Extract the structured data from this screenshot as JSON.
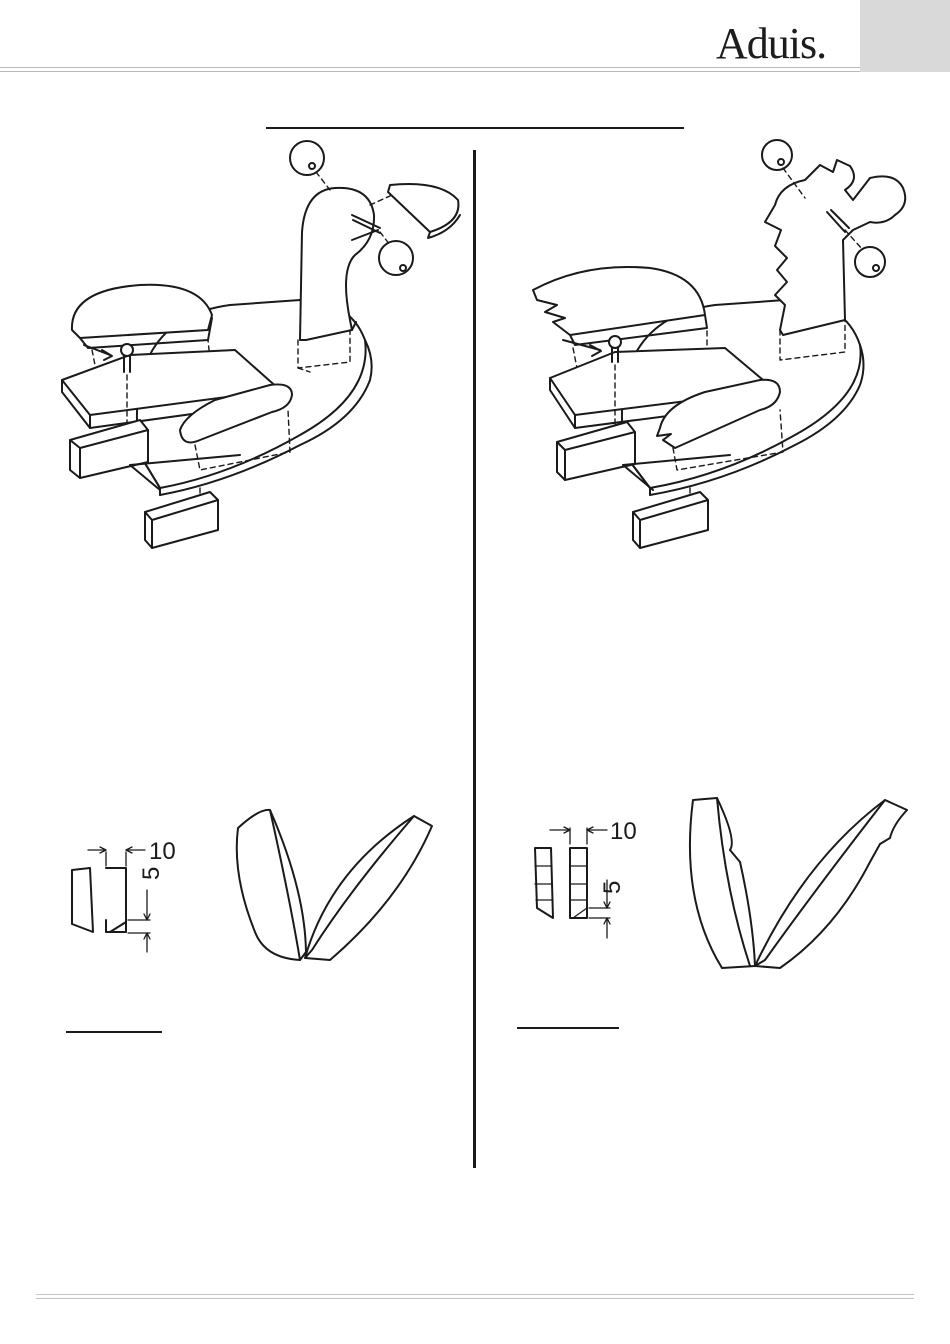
{
  "header": {
    "brand": "Aduis."
  },
  "dimensions": {
    "left": {
      "width": "10",
      "height": "5"
    },
    "right": {
      "width": "10",
      "height": "5"
    }
  }
}
